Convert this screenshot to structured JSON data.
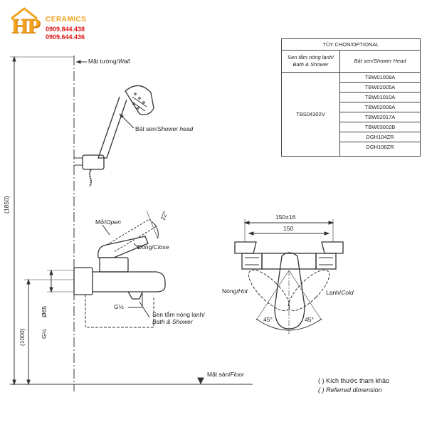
{
  "logo": {
    "mark": "HP",
    "brand": "CERAMICS",
    "phone1": "0909.844.438",
    "phone2": "0909.644.436"
  },
  "options_table": {
    "title": "TÙY CHỌN/OPTIONAL",
    "col1_line1": "Sen tắm nóng lạnh/",
    "col1_line2": "Bath & Shower",
    "col2": "Bát sen/Shower Head",
    "model": "TBS04302V",
    "shower_heads": [
      "TBW01008A",
      "TBW02005A",
      "TBW01010A",
      "TBW02006A",
      "TBW02017A",
      "TBW03002B",
      "DGH104ZR",
      "DGH108ZR"
    ]
  },
  "labels": {
    "wall_vi": "Mặt tường/",
    "wall_en": "Wall",
    "shower_head_vi": "Bát sen/",
    "shower_head_en": "Shower head",
    "open_vi": "Mở/",
    "open_en": "Open",
    "close_vi": "Đóng/",
    "close_en": "Close",
    "angle_open": "22°",
    "dim_150_16": "150±16",
    "dim_150": "150",
    "hot_vi": "Nóng/",
    "hot_en": "Hot",
    "cold_vi": "Lạnh/",
    "cold_en": "Cold",
    "angle_hot": "45°",
    "angle_cold": "45°",
    "dim_1850": "(1850)",
    "dim_1000": "(1000)",
    "dim_d65": "Ø65",
    "g_half_1": "G½",
    "g_half_2": "G½",
    "bath_shower_vi": "Sen tắm nóng lạnh/",
    "bath_shower_en": "Bath & Shower",
    "floor_vi": "Mặt sàn/",
    "floor_en": "Floor"
  },
  "legend": {
    "line1": "(        ) Kích thước tham khảo",
    "line2": "(        ) Referred dimension"
  }
}
